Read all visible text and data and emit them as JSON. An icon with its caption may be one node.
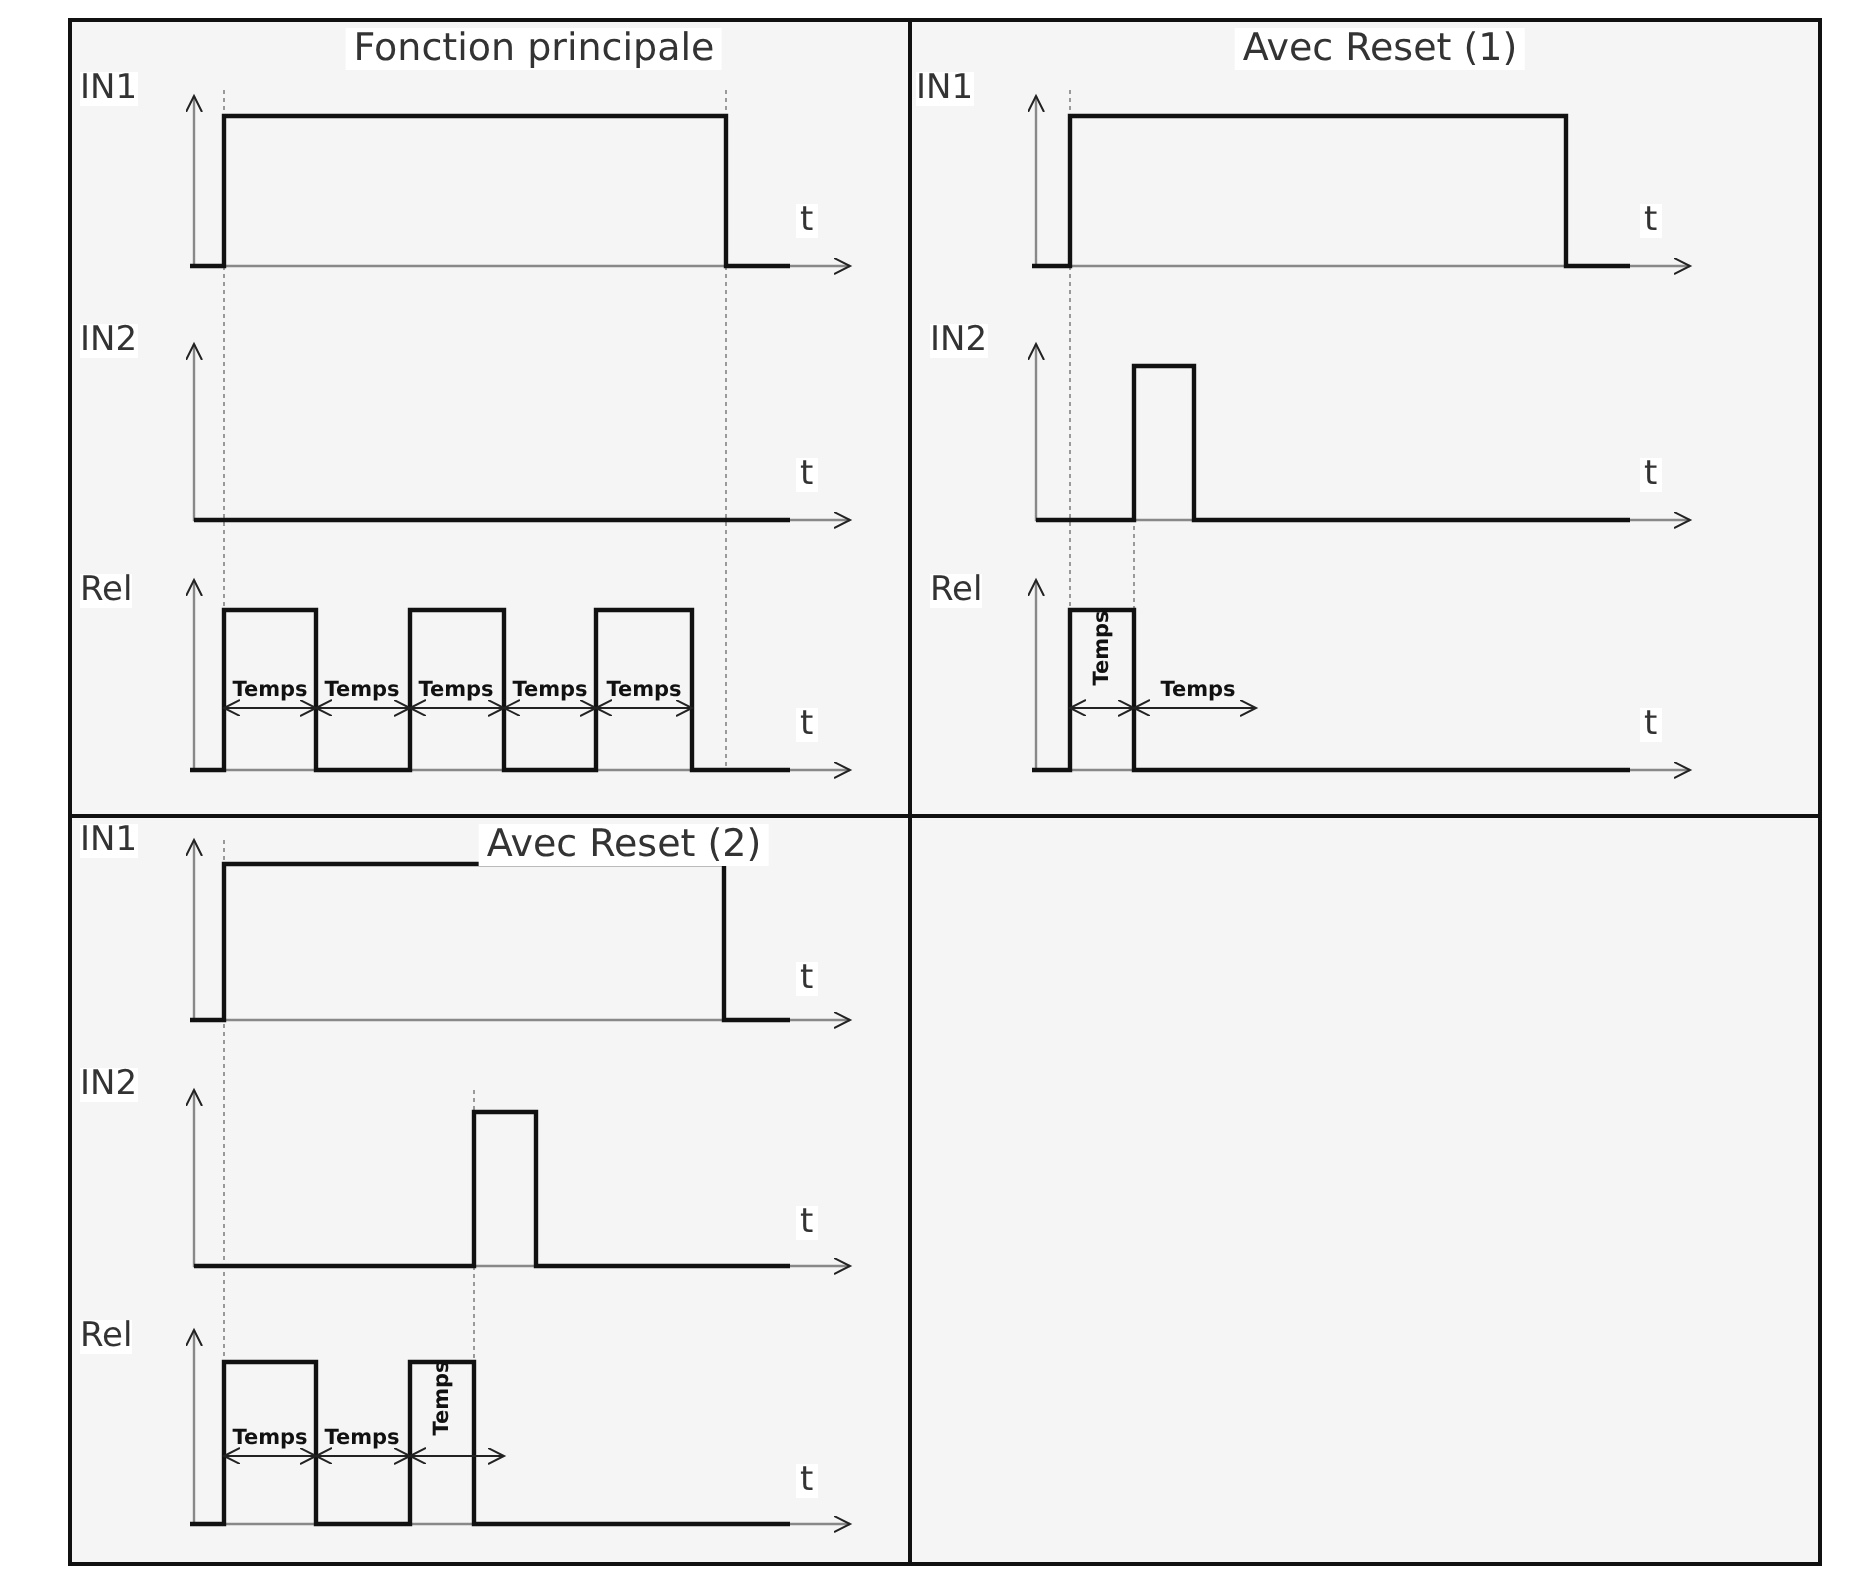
{
  "diagram": {
    "labels": [
      "Fonction principale",
      "IN1",
      "t",
      "IN2",
      "t",
      "Rel",
      "Temps",
      "Temps",
      "Temps",
      "Temps",
      "Temps",
      "t",
      "Avec Reset (1)",
      "IN1",
      "t",
      "IN2",
      "t",
      "Rel",
      "Temps",
      "Temps",
      "t",
      "IN1",
      "Avec Reset (2)",
      "t",
      "IN2",
      "t",
      "Rel",
      "Temps",
      "Temps",
      "Temps",
      "t"
    ]
  }
}
